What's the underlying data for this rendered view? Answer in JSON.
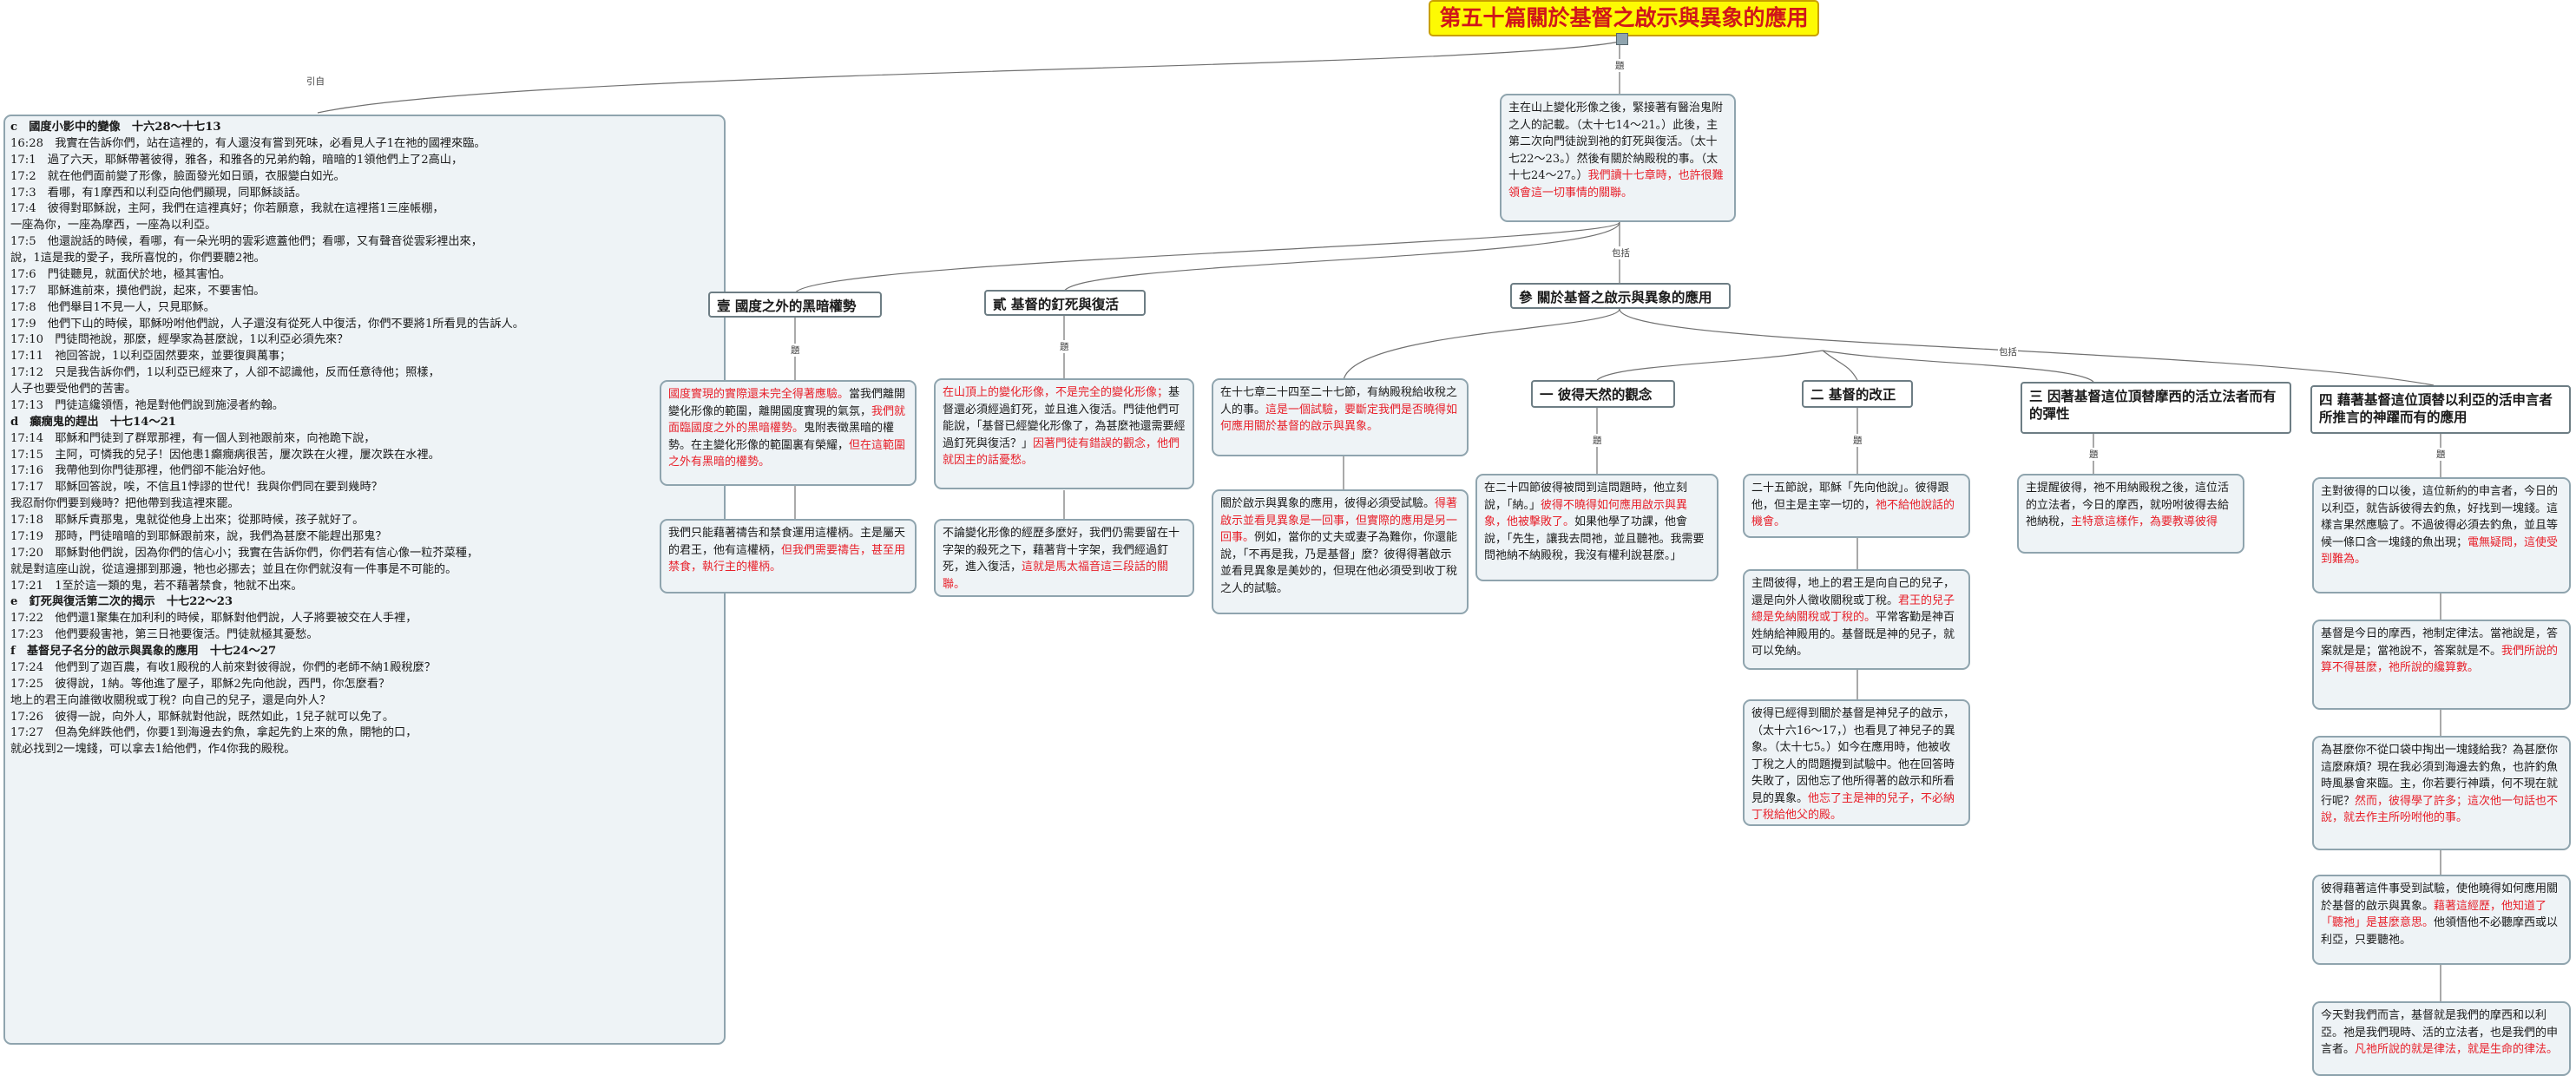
{
  "root_title": "第五十篇關於基督之啟示與異象的應用",
  "labels": {
    "intro": "引自",
    "main": "題",
    "branches": "包括",
    "b1": "題",
    "b2": "題",
    "b3": "包括",
    "c1": "題",
    "c2": "題",
    "c3": "題",
    "c4": "題"
  },
  "intro_box": {
    "lines": [
      {
        "t": "c　國度小影中的變像　十六28～十七13",
        "h": true
      },
      {
        "t": "16:28　我實在告訴你們，站在這裡的，有人還沒有嘗到死味，必看見人子1在祂的國裡來臨。"
      },
      {
        "t": "17:1　過了六天，耶穌帶著彼得，雅各，和雅各的兄弟約翰，暗暗的1領他們上了2高山，"
      },
      {
        "t": "17:2　就在他們面前變了形像，臉面發光如日頭，衣服變白如光。"
      },
      {
        "t": "17:3　看哪，有1摩西和以利亞向他們顯現，同耶穌談話。"
      },
      {
        "t": "17:4　彼得對耶穌說，主阿，我們在這裡真好；你若願意，我就在這裡搭1三座帳棚，"
      },
      {
        "t": "一座為你，一座為摩西，一座為以利亞。"
      },
      {
        "t": "17:5　他還說話的時候，看哪，有一朵光明的雲彩遮蓋他們；看哪，又有聲音從雲彩裡出來，"
      },
      {
        "t": "說，1這是我的愛子，我所喜悅的，你們要聽2祂。"
      },
      {
        "t": "17:6　門徒聽見，就面伏於地，極其害怕。"
      },
      {
        "t": "17:7　耶穌進前來，摸他們說，起來，不要害怕。"
      },
      {
        "t": "17:8　他們舉目1不見一人，只見耶穌。"
      },
      {
        "t": "17:9　他們下山的時候，耶穌吩咐他們說，人子還沒有從死人中復活，你們不要將1所看見的告訴人。"
      },
      {
        "t": "17:10　門徒問祂說，那麼，經學家為甚麼說，1以利亞必須先來？"
      },
      {
        "t": "17:11　祂回答說，1以利亞固然要來，並要復興萬事；"
      },
      {
        "t": "17:12　只是我告訴你們，1以利亞已經來了，人卻不認識他，反而任意待他；照樣，"
      },
      {
        "t": "人子也要受他們的苦害。"
      },
      {
        "t": "17:13　門徒這纔領悟，祂是對他們說到施浸者約翰。"
      },
      {
        "t": "d　癲癇鬼的趕出　十七14～21",
        "h": true
      },
      {
        "t": "17:14　耶穌和門徒到了群眾那裡，有一個人到祂跟前來，向祂跪下說，"
      },
      {
        "t": "17:15　主阿，可憐我的兒子！因他患1癲癇病很苦，屢次跌在火裡，屢次跌在水裡。"
      },
      {
        "t": "17:16　我帶他到你門徒那裡，他們卻不能治好他。"
      },
      {
        "t": "17:17　耶穌回答說，唉，不信且1悖謬的世代！我與你們同在要到幾時？"
      },
      {
        "t": "我忍耐你們要到幾時？把他帶到我這裡來罷。"
      },
      {
        "t": "17:18　耶穌斥責那鬼，鬼就從他身上出來；從那時候，孩子就好了。"
      },
      {
        "t": "17:19　那時，門徒暗暗的到耶穌跟前來，說，我們為甚麼不能趕出那鬼？"
      },
      {
        "t": "17:20　耶穌對他們說，因為你們的信心小；我實在告訴你們，你們若有信心像一粒芥菜種，"
      },
      {
        "t": "就是對這座山說，從這邊挪到那邊，牠也必挪去；並且在你們就沒有一件事是不可能的。"
      },
      {
        "t": "17:21　1至於這一類的鬼，若不藉著禁食，牠就不出來。"
      },
      {
        "t": "e　釘死與復活第二次的揭示　十七22～23",
        "h": true
      },
      {
        "t": "17:22　他們還1聚集在加利利的時候，耶穌對他們說，人子將要被交在人手裡，"
      },
      {
        "t": "17:23　他們要殺害祂，第三日祂要復活。門徒就極其憂愁。"
      },
      {
        "t": "f　基督兒子名分的啟示與異象的應用　十七24～27",
        "h": true
      },
      {
        "t": "17:24　他們到了迦百農，有收1殿稅的人前來對彼得說，你們的老師不納1殿稅麼？"
      },
      {
        "t": "17:25　彼得說，1納。等他進了屋子，耶穌2先向他說，西門，你怎麼看？"
      },
      {
        "t": "地上的君王向誰徵收關稅或丁稅？向自己的兒子，還是向外人？"
      },
      {
        "t": "17:26　彼得一說，向外人，耶穌就對他說，既然如此，1兒子就可以免了。"
      },
      {
        "t": "17:27　但為免絆跌他們，你要1到海邊去釣魚，拿起先釣上來的魚，開牠的口，"
      },
      {
        "t": "就必找到2一塊錢，可以拿去1給他們，作4你我的殿稅。"
      }
    ]
  },
  "main_summary": [
    {
      "t": "主在山上變化形像之後，緊接著有醫治鬼附之人的記載。（太十七14～21。）此後，主第二次向門徒說到祂的釘死與復活。（太十七22～23。）然後有關於納殿稅的事。（太十七24～27。）"
    },
    {
      "t": "我們讀十七章時，也許很難領會這一切事情的關聯。",
      "red": true
    }
  ],
  "topic1": "壹 國度之外的黑暗權勢",
  "topic2": "貳 基督的釘死與復活",
  "topic3": "參 關於基督之啟示與異象的應用",
  "b1_box1": [
    {
      "t": "國度實現的實際還未完全得著應驗。",
      "red": true
    },
    {
      "t": "當我們離開變化形像的範圍，離開國度實現的氣氛，"
    },
    {
      "t": "我們就面臨國度之外的黑暗權勢。",
      "red": true
    },
    {
      "t": "鬼附表徵黑暗的權勢。在主變化形像的範圍裏有榮耀，"
    },
    {
      "t": "但在這範圍之外有黑暗的權勢。",
      "red": true
    }
  ],
  "b1_box2": [
    {
      "t": "我們只能藉著禱告和禁食運用這權柄。主是屬天的君王，他有這權柄，"
    },
    {
      "t": "但我們需要禱告，甚至用禁食，執行主的權柄。",
      "red": true
    }
  ],
  "b2_box1": [
    {
      "t": "在山頂上的變化形像，不是完全的變化形像；",
      "red": true
    },
    {
      "t": "基督還必須經過釘死，並且進入復活。門徒他們可能說，「基督已經變化形像了，為甚麼祂還需要經過釘死與復活？」"
    },
    {
      "t": "因著門徒有錯誤的觀念，他們就因主的話憂愁。",
      "red": true
    }
  ],
  "b2_box2": [
    {
      "t": "不論變化形像的經歷多麼好，我們仍需要留在十字架的殺死之下，藉著背十字架，我們經過釘死，進入復活，"
    },
    {
      "t": "這就是馬太福音這三段話的關聯。",
      "red": true
    }
  ],
  "b3_box1": [
    {
      "t": "在十七章二十四至二十七節，有納殿稅給收稅之人的事。"
    },
    {
      "t": "這是一個試驗，要斷定我們是否曉得如何應用關於基督的啟示與異象。",
      "red": true
    }
  ],
  "b3_box2": [
    {
      "t": "關於啟示與異象的應用，彼得必須受試驗。"
    },
    {
      "t": "得著啟示並看見異象是一回事，但實際的應用是另一回事。",
      "red": true
    },
    {
      "t": "例如，當你的丈夫或妻子為難你，你還能說，「不再是我，乃是基督」麼？彼得得著啟示並看見異象是美妙的，但現在他必須受到收丁稅之人的試驗。"
    }
  ],
  "cat1": "一 彼得天然的觀念",
  "cat2": "二 基督的改正",
  "cat3": "三 因著基督這位頂替摩西的活立法者而有的彈性",
  "cat4": "四 藉著基督這位頂替以利亞的活申言者所推言的神躍而有的應用",
  "c1_box": [
    {
      "t": "在二十四節彼得被問到這問題時，他立刻說，「納。」"
    },
    {
      "t": "彼得不曉得如何應用啟示與異象，他被擊敗了。",
      "red": true
    },
    {
      "t": "如果他學了功課，他會說，「先生，讓我去問祂，並且聽祂。我需要問祂納不納殿稅，我沒有權利說甚麼。」"
    }
  ],
  "c2_box1": [
    {
      "t": "二十五節說，耶穌「先向他說」。彼得跟他，但主是主宰一切的，"
    },
    {
      "t": "祂不給他說話的機會。",
      "red": true
    }
  ],
  "c2_box2": [
    {
      "t": "主問彼得，地上的君王是向自己的兒子，還是向外人徵收關稅或丁稅。"
    },
    {
      "t": "君王的兒子總是免納關稅或丁稅的。",
      "red": true
    },
    {
      "t": "平常客勤是神百姓納給神殿用的。基督既是神的兒子，就可以免納。"
    }
  ],
  "c2_box3": [
    {
      "t": "彼得已經得到關於基督是神兒子的啟示，（太十六16～17，）也看見了神兒子的異象。（太十七5。）如今在應用時，他被收丁稅之人的問題攪到試驗中。他在回答時失敗了，因他忘了他所得著的啟示和所看見的異象。"
    },
    {
      "t": "他忘了主是神的兒子，不必納丁稅給他父的殿。",
      "red": true
    }
  ],
  "c3_box": [
    {
      "t": "主提醒彼得，祂不用納殿稅之後，這位活的立法者，今日的摩西，就吩咐彼得去給祂納稅，"
    },
    {
      "t": "主特意這樣作，為要教導彼得",
      "red": true
    }
  ],
  "c4_box1": [
    {
      "t": "主對彼得的口以後，這位新約的申言者，今日的以利亞，就告訴彼得去釣魚，好找到一塊錢。這樣言果然應驗了。不過彼得必須去釣魚，並且等候一條口含一塊錢的魚出現；"
    },
    {
      "t": "電無疑問，這使受到難為。",
      "red": true
    }
  ],
  "c4_box2": [
    {
      "t": "基督是今日的摩西，祂制定律法。當祂說是，答案就是是；當祂說不，答案就是不。"
    },
    {
      "t": "我們所說的算不得甚麼，祂所說的纔算數。",
      "red": true
    }
  ],
  "c4_box3": [
    {
      "t": "為甚麼你不從口袋中掏出一塊錢給我？為甚麼你這麼麻煩？現在我必須到海邊去釣魚，也許釣魚時風暴會來臨。主，你若要行神蹟，何不現在就行呢？"
    },
    {
      "t": "然而，彼得學了許多；這次他一句話也不說，就去作主所吩咐他的事。",
      "red": true
    }
  ],
  "c4_box4": [
    {
      "t": "彼得藉著這件事受到試驗，使他曉得如何應用關於基督的啟示與異象。"
    },
    {
      "t": "藉著這經歷，他知道了「聽祂」是甚麼意思。",
      "red": true
    },
    {
      "t": "他領悟他不必聽摩西或以利亞，只要聽祂。"
    }
  ],
  "c4_box5": [
    {
      "t": "今天對我們而言，基督就是我們的摩西和以利亞。祂是我們現時、活的立法者，也是我們的申言者。"
    },
    {
      "t": "凡祂所說的就是律法，就是生命的律法。",
      "red": true
    }
  ]
}
